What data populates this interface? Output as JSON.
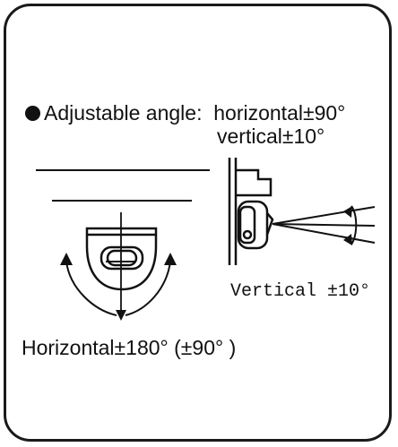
{
  "angle_spec": {
    "bullet_label": "Adjustable angle:",
    "horizontal_text": "horizontal±90°",
    "vertical_text": "vertical±10°"
  },
  "diagram": {
    "vertical_caption": "Vertical ±10°",
    "horizontal_caption": "Horizontal±180° (±90° )"
  }
}
